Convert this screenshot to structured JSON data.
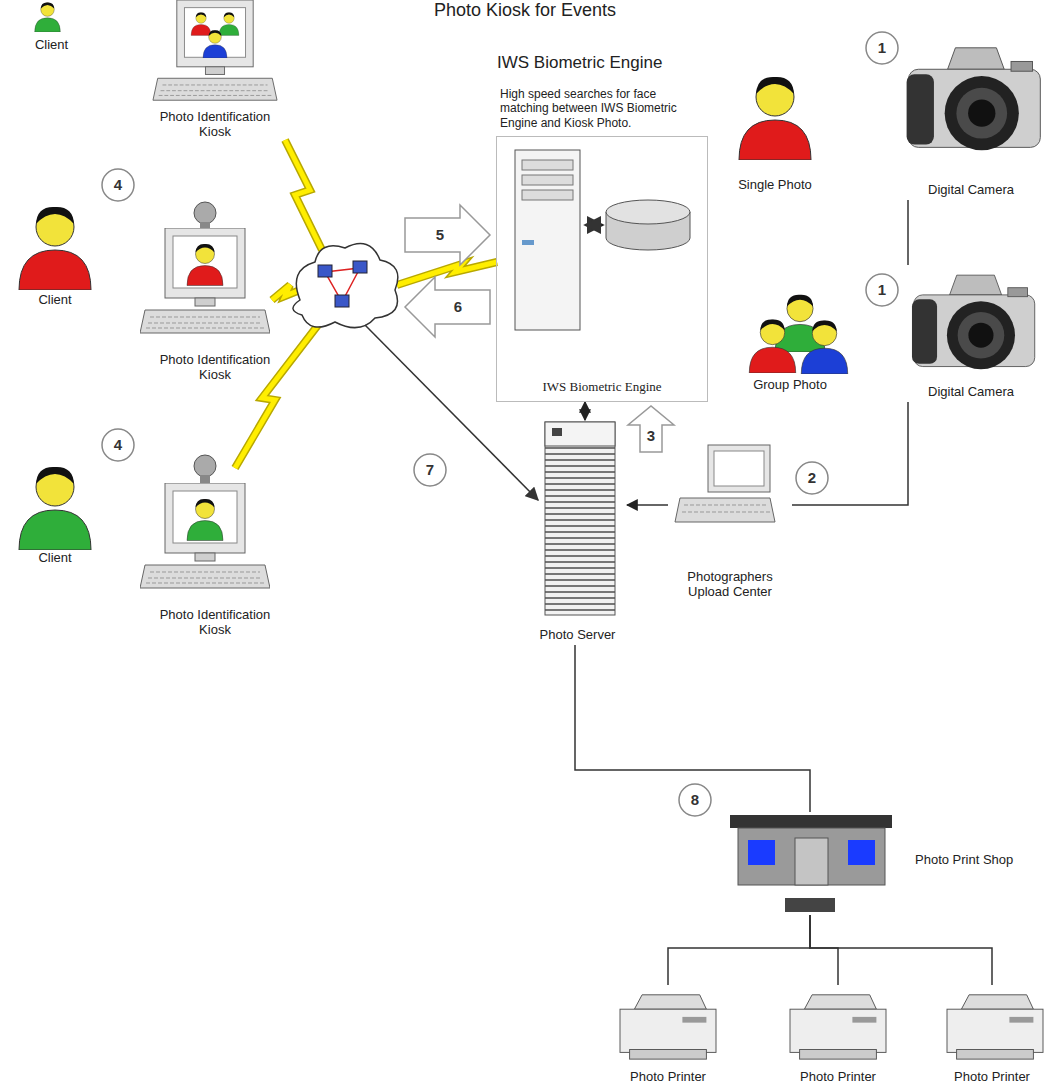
{
  "diagram": {
    "title": "Photo Kiosk for Events",
    "nodes": [
      {
        "text": [
          "Client"
        ]
      },
      {
        "text": [
          "Photo Identification Kiosk"
        ]
      },
      {
        "text": [
          "IWS Biometric Engine",
          "High speed searches for face matching between IWS Biometric Engine and Kiosk Photo.",
          "IWS Biometric Engine"
        ]
      },
      {
        "text": [
          "Single Photo"
        ]
      },
      {
        "text": [
          "Digital Camera"
        ]
      },
      {
        "text": [
          "Client"
        ]
      },
      {
        "text": [
          "Photo Identification Kiosk"
        ]
      },
      {
        "text": [
          "Group Photo"
        ]
      },
      {
        "text": [
          "Digital Camera"
        ]
      },
      {
        "text": [
          "Client"
        ]
      },
      {
        "text": [
          "Photo Identification Kiosk"
        ]
      },
      {
        "text": [
          "Photographers Upload Center"
        ]
      },
      {
        "text": [
          "Photo Server"
        ]
      },
      {
        "text": [
          "Photo Print Shop"
        ]
      },
      {
        "text": [
          "Photo Printer"
        ]
      },
      {
        "text": [
          "Photo Printer"
        ]
      },
      {
        "text": [
          "Photo Printer"
        ]
      }
    ],
    "edges": [
      {
        "from": 4,
        "to": 8,
        "arrow": "none"
      },
      {
        "from": 8,
        "to": 11,
        "arrow": "none"
      },
      {
        "from": 11,
        "to": 12,
        "arrow": "to"
      },
      {
        "from": 2,
        "to": 12,
        "arrow": "both"
      },
      {
        "from": 12,
        "to": 13,
        "arrow": "none"
      },
      {
        "from": 13,
        "to": 14,
        "arrow": "none"
      },
      {
        "from": 13,
        "to": 15,
        "arrow": "none"
      },
      {
        "from": 13,
        "to": 16,
        "arrow": "none"
      }
    ],
    "labels": [
      "1",
      "4",
      "5",
      "1",
      "6",
      "3",
      "4",
      "7",
      "2",
      "8"
    ]
  }
}
